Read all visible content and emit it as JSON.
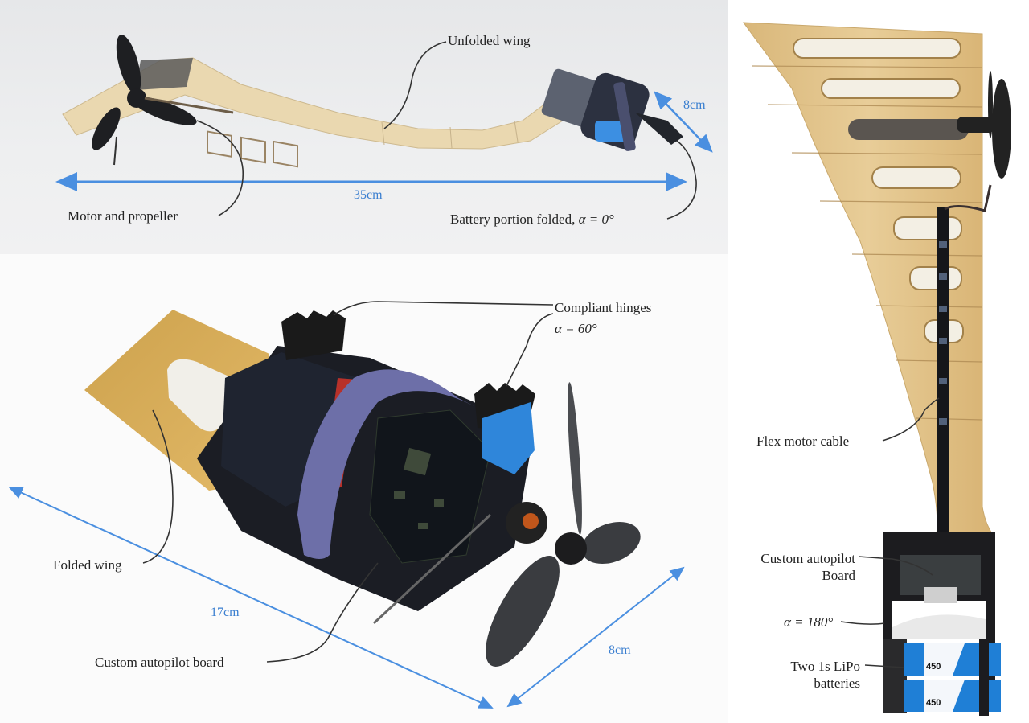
{
  "figure": {
    "panels": [
      {
        "id": "unfolded",
        "labels": {
          "unfolded_wing": "Unfolded wing",
          "motor_propeller": "Motor and propeller",
          "battery_folded": "Battery portion folded, ",
          "battery_alpha": "α = 0°"
        },
        "dimensions": {
          "length": "35cm",
          "width": "8cm"
        }
      },
      {
        "id": "folded",
        "labels": {
          "compliant_hinges": "Compliant hinges",
          "hinge_alpha": "α = 60°",
          "folded_wing": "Folded wing",
          "autopilot_board": "Custom autopilot board"
        },
        "dimensions": {
          "length": "17cm",
          "width": "8cm"
        }
      },
      {
        "id": "top-view",
        "labels": {
          "flex_cable": "Flex motor cable",
          "autopilot_line1": "Custom autopilot",
          "autopilot_line2": "Board",
          "alpha_180": "α = 180°",
          "lipo_line1": "Two 1s LiPo",
          "lipo_line2": "batteries"
        },
        "battery_marking": "450"
      }
    ],
    "colors": {
      "dimension_arrow": "#4a8fe0",
      "dimension_text": "#3b7fd0",
      "leader_line": "#333333",
      "wood": "#e2c48e",
      "battery_blue": "#1f7fd6"
    }
  }
}
